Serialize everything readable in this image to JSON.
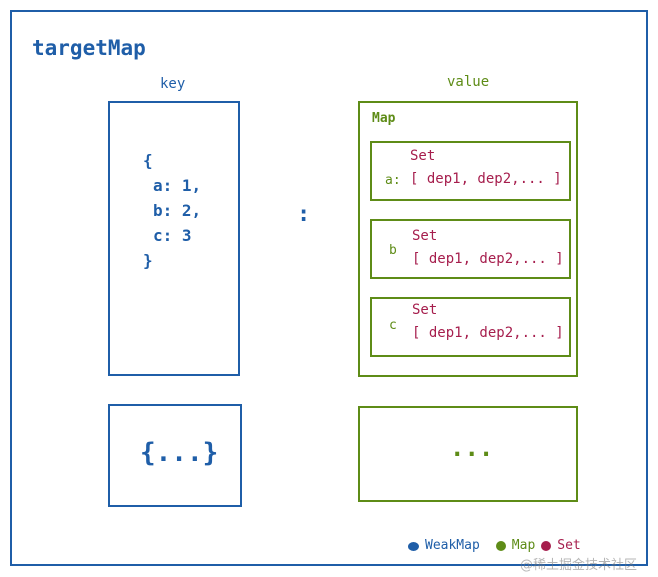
{
  "title": "targetMap",
  "key_header": "key",
  "value_header": "value",
  "key_object": [
    "{",
    "a: 1,",
    "b: 2,",
    "c: 3",
    "}"
  ],
  "separator": ":",
  "key_collapsed": "{...}",
  "map_label": "Map",
  "sets": [
    {
      "label": "Set",
      "key": "a:",
      "values": "[ dep1, dep2,... ]"
    },
    {
      "label": "Set",
      "key": "b",
      "values": "[ dep1, dep2,... ]"
    },
    {
      "label": "Set",
      "key": "c",
      "values": "[ dep1, dep2,... ]"
    }
  ],
  "value_collapsed": "...",
  "legend": [
    {
      "label": "WeakMap",
      "color": "#1f5ea8"
    },
    {
      "label": "Map",
      "color": "#5e8c17"
    },
    {
      "label": "Set",
      "color": "#a61e4d"
    }
  ],
  "watermark": "@稀土掘金技术社区"
}
